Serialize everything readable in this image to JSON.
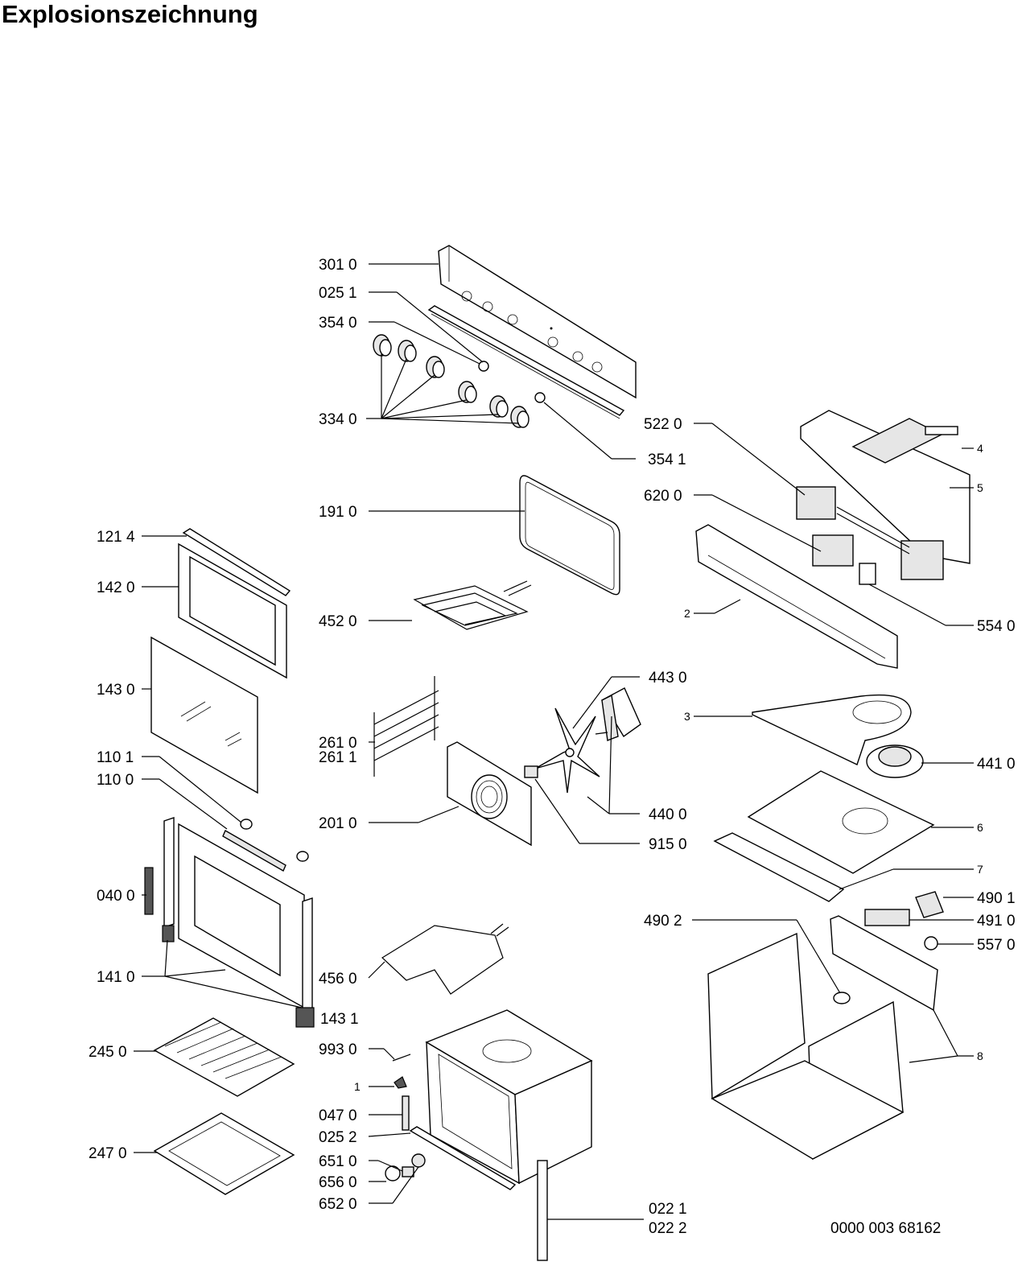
{
  "title": "Explosionszeichnung",
  "document_number": "0000 003 68162",
  "labels": {
    "p3010": "301 0",
    "p0251": "025 1",
    "p3540": "354 0",
    "p3340": "334 0",
    "p3541": "354 1",
    "p5220": "522 0",
    "p4": "4",
    "p5": "5",
    "p6200": "620 0",
    "p1910": "191 0",
    "p1214": "121 4",
    "p1420": "142 0",
    "p2": "2",
    "p5540": "554 0",
    "p4520": "452 0",
    "p1430": "143 0",
    "p4430": "443 0",
    "p3": "3",
    "p2610": "261 0",
    "p2611": "261 1",
    "p4410": "441 0",
    "p1101": "110 1",
    "p1100": "110 0",
    "p4400": "440 0",
    "p2010": "201 0",
    "p6": "6",
    "p9150": "915 0",
    "p7": "7",
    "p0400": "040 0",
    "p4901": "490 1",
    "p4902": "490 2",
    "p4910": "491 0",
    "p1410": "141 0",
    "p4560": "456 0",
    "p5570": "557 0",
    "p1431": "143 1",
    "p2450": "245 0",
    "p9930": "993 0",
    "p8": "8",
    "p1": "1",
    "p0470": "047 0",
    "p0252": "025 2",
    "p2470": "247 0",
    "p6510": "651 0",
    "p6560": "656 0",
    "p6520": "652 0",
    "p0221": "022 1",
    "p0222": "022 2"
  }
}
